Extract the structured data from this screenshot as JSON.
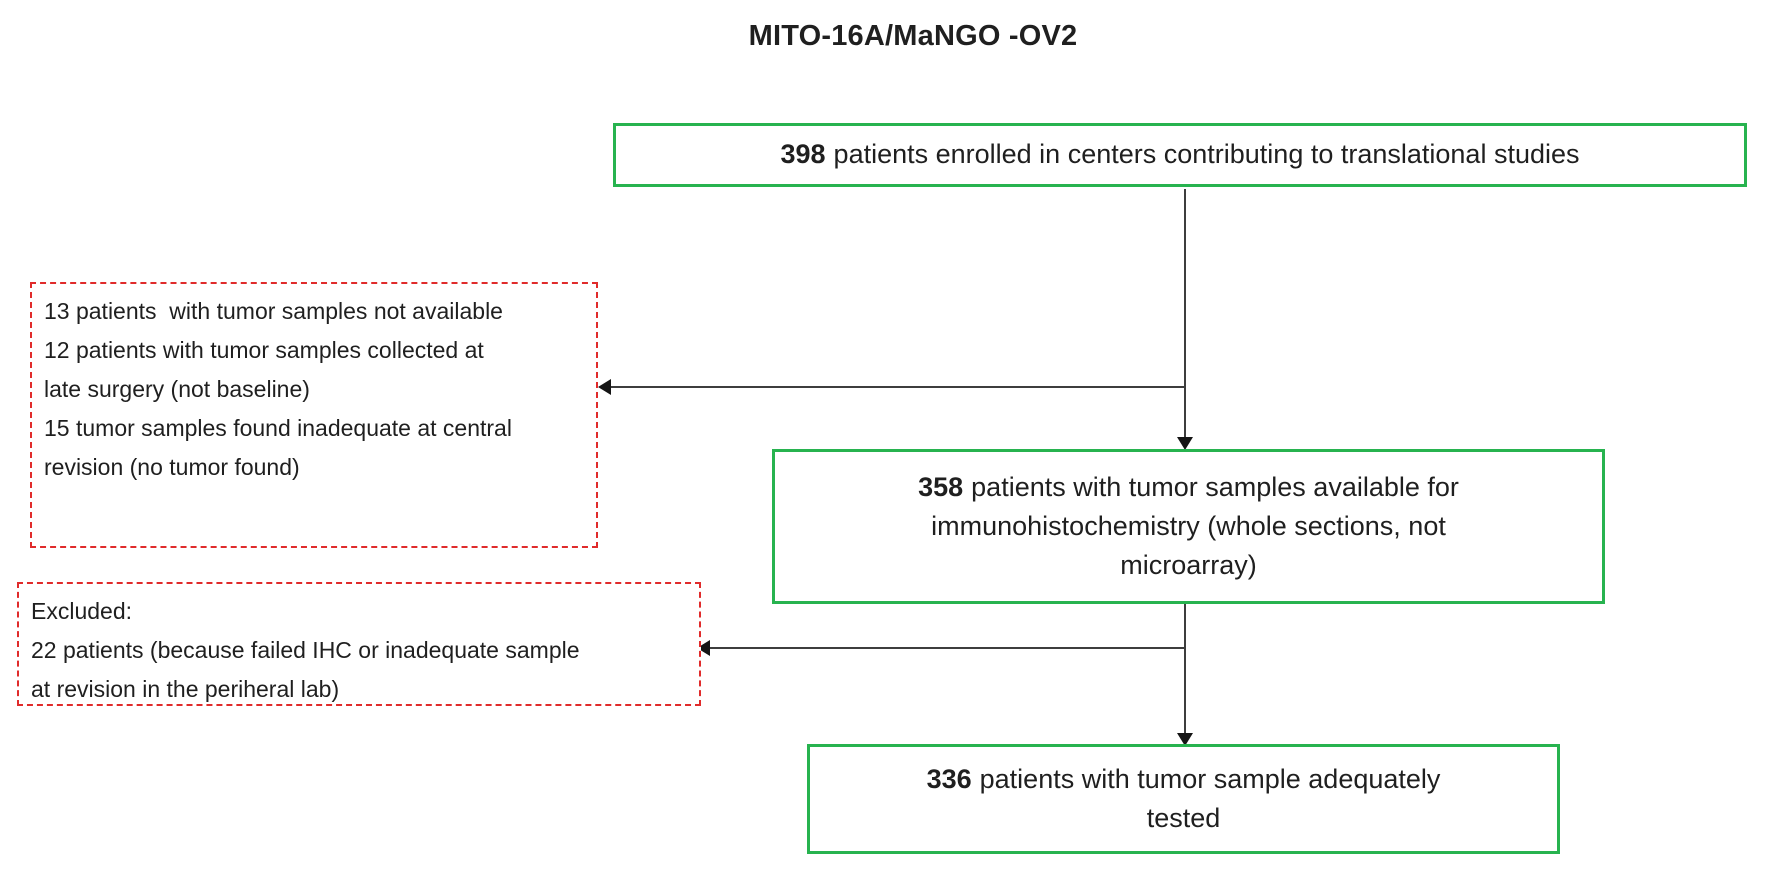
{
  "title": "MITO-16A/MaNGO -OV2",
  "colors": {
    "box_green": "#27b34f",
    "exclusion_red": "#e02b2b",
    "connector": "#3d3d3d",
    "text": "#1f1f1f"
  },
  "flow": {
    "box1": {
      "number": "398",
      "text": "patients enrolled in centers contributing to translational studies"
    },
    "box2": {
      "number": "358",
      "lines": [
        "patients with tumor samples available for",
        "immunohistochemistry (whole sections, not",
        "microarray)"
      ]
    },
    "box3": {
      "number": "336",
      "lines": [
        "patients with tumor sample adequately",
        "tested"
      ]
    },
    "exclusion1": {
      "lines": [
        "13 patients  with tumor samples not available",
        "12 patients with tumor samples collected at",
        "late surgery (not baseline)",
        "15 tumor samples found inadequate at central",
        "revision (no tumor found)"
      ]
    },
    "exclusion2": {
      "lines": [
        "Excluded:",
        "22 patients (because failed IHC or inadequate sample",
        "at revision in the periheral lab)"
      ]
    }
  }
}
